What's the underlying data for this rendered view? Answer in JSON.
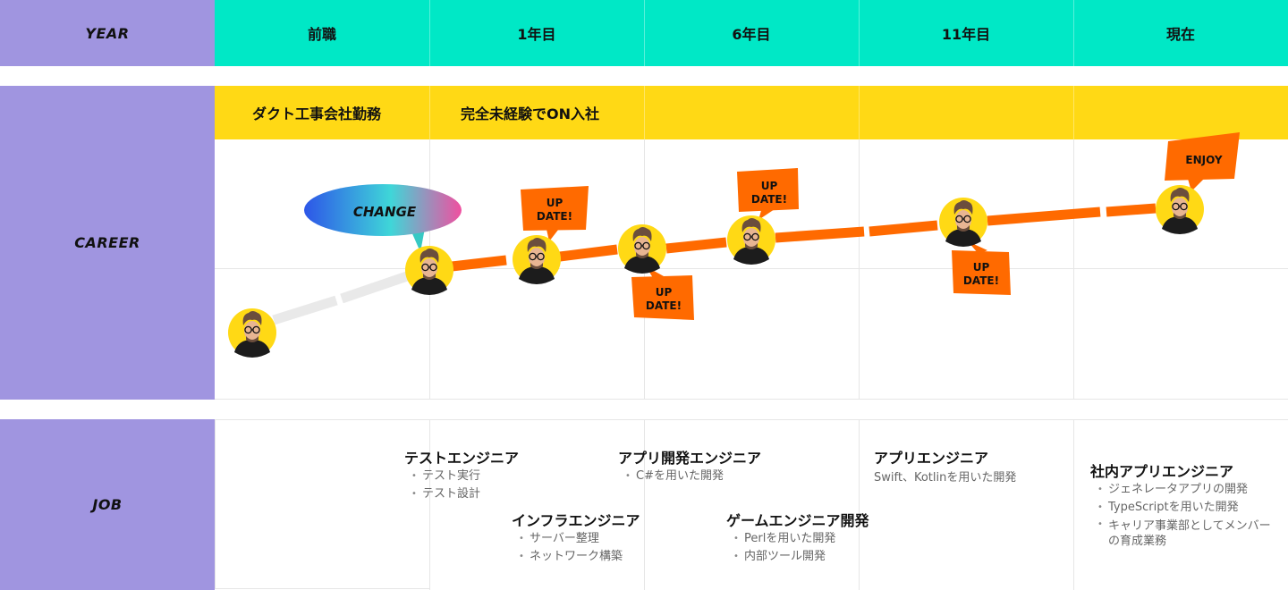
{
  "rows": {
    "year_label": "YEAR",
    "career_label": "CAREER",
    "job_label": "JOB"
  },
  "years": [
    "前職",
    "1年目",
    "6年目",
    "11年目",
    "現在"
  ],
  "career_bands": {
    "previous": "ダクト工事会社勤務",
    "joined": "完全未経験でON入社"
  },
  "bubbles": {
    "change": "CHANGE",
    "update_line1": "UP",
    "update_line2": "DATE!",
    "enjoy": "ENJOY"
  },
  "jobs": [
    {
      "title": "テストエンジニア",
      "items": [
        "テスト実行",
        "テスト設計"
      ]
    },
    {
      "title": "インフラエンジニア",
      "items": [
        "サーバー整理",
        "ネットワーク構築"
      ]
    },
    {
      "title": "アプリ開発エンジニア",
      "items": [
        "C#を用いた開発"
      ]
    },
    {
      "title": "ゲームエンジニア開発",
      "items": [
        "Perlを用いた開発",
        "内部ツール開発"
      ]
    },
    {
      "title": "アプリエンジニア",
      "subtitle": "Swift、Kotlinを用いた開発"
    },
    {
      "title": "社内アプリエンジニア",
      "items": [
        "ジェネレータアプリの開発",
        "TypeScriptを用いた開発",
        "キャリア事業部としてメンバーの育成業務"
      ]
    }
  ],
  "colors": {
    "year_bar": "#00e8c6",
    "career_bar": "#ffd915",
    "side_label": "#a095e0",
    "timeline_orange": "#ff6a00",
    "timeline_grey": "#e9e9e9",
    "avatar_bg": "#ffd915"
  },
  "icons": {
    "avatar": "avatar-face-icon"
  }
}
